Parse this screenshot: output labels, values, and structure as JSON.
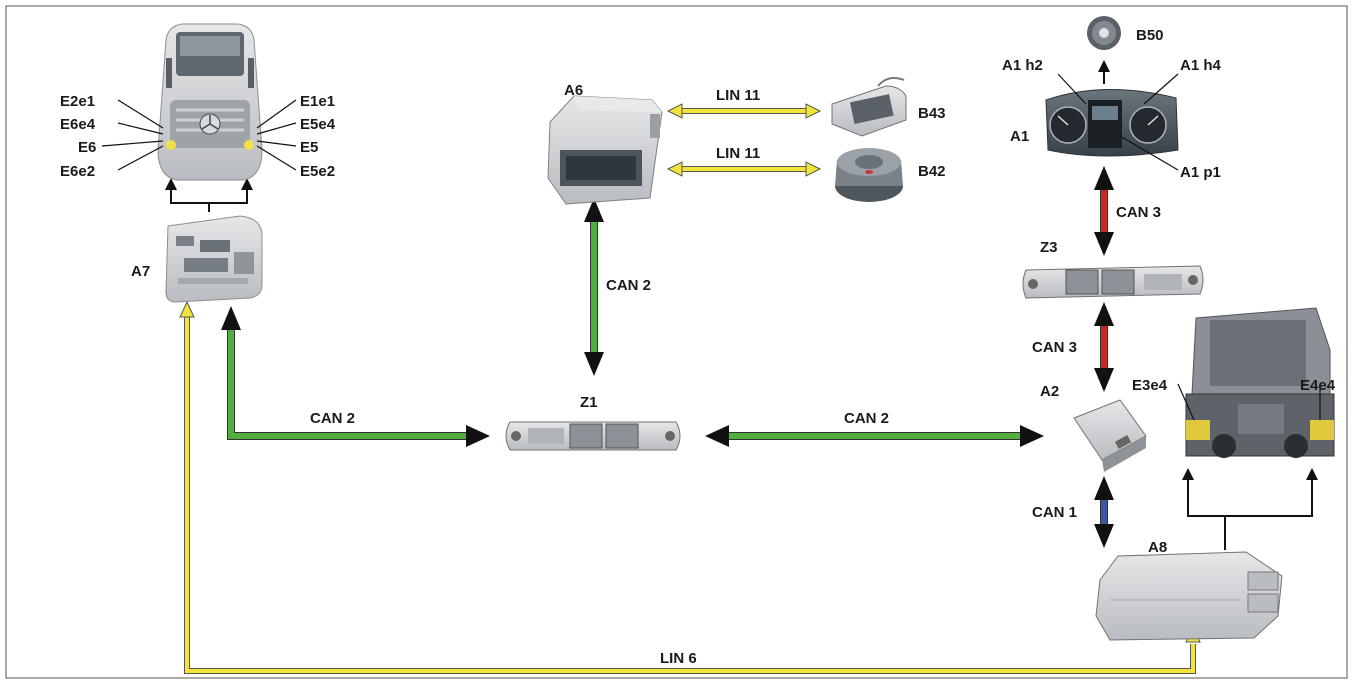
{
  "components": {
    "a7": "A7",
    "a6": "A6",
    "a1": "A1",
    "a2": "A2",
    "a8": "A8",
    "z1": "Z1",
    "z3": "Z3",
    "b43": "B43",
    "b42": "B42",
    "b50": "B50",
    "a1h2": "A1 h2",
    "a1h4": "A1 h4",
    "a1p1": "A1 p1",
    "e2e1": "E2e1",
    "e6e4": "E6e4",
    "e6": "E6",
    "e6e2": "E6e2",
    "e1e1": "E1e1",
    "e5e4": "E5e4",
    "e5": "E5",
    "e5e2": "E5e2",
    "e3e4": "E3e4",
    "e4e4": "E4e4"
  },
  "buses": {
    "can2_a7_z1": "CAN 2",
    "can2_a6_z1": "CAN 2",
    "can2_z1_a2": "CAN 2",
    "can3_a1_z3": "CAN 3",
    "can3_z3_a2": "CAN 3",
    "can1_a2_a8": "CAN 1",
    "lin11_top": "LIN 11",
    "lin11_bottom": "LIN 11",
    "lin6": "LIN 6"
  },
  "colors": {
    "can2": "#4fae3e",
    "can3": "#c62828",
    "can1": "#3c56a8",
    "lin": "#f3e23a",
    "component_fill": "#d4d6d9",
    "component_dark": "#4b545c"
  }
}
